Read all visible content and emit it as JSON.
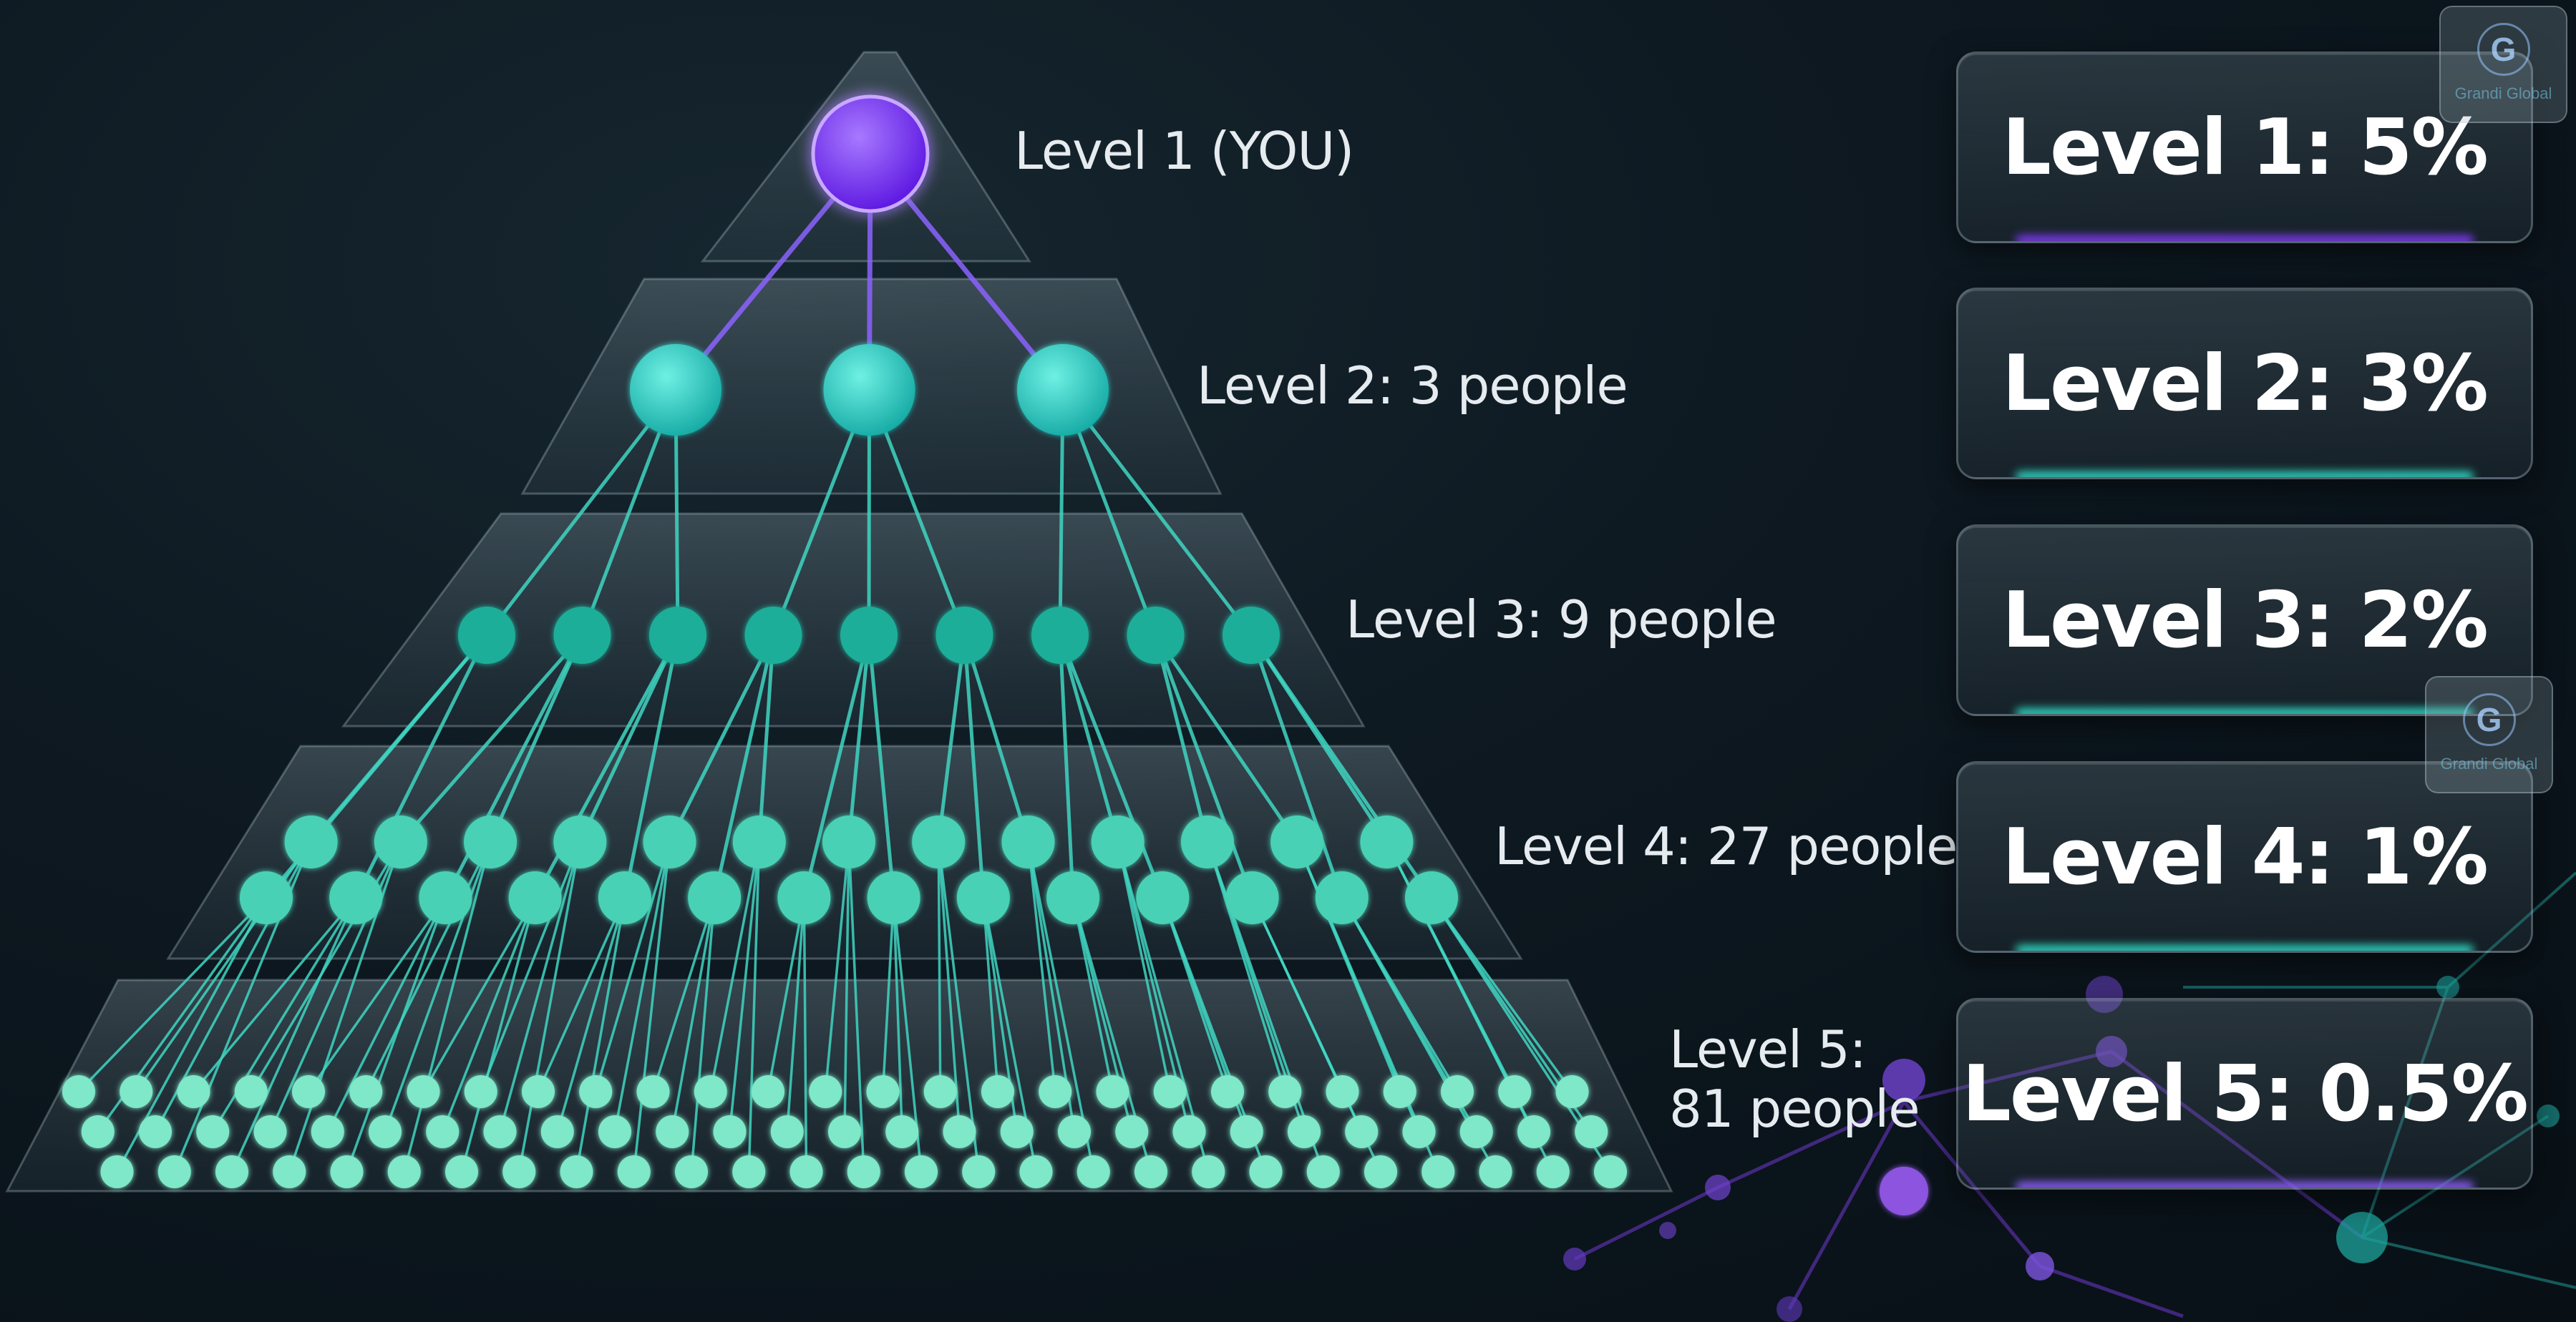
{
  "tiers": [
    {
      "label": "Level 1 (YOU)",
      "count": 1
    },
    {
      "label": "Level 2: 3 people",
      "count": 3
    },
    {
      "label": "Level 3: 9 people",
      "count": 9
    },
    {
      "label": "Level 4: 27 people",
      "count": 27
    },
    {
      "label_line1": "Level 5:",
      "label_line2": "81 people",
      "count": 81
    }
  ],
  "commission_cards": [
    {
      "text": "Level 1: 5%",
      "glow": "#7c3aed"
    },
    {
      "text": "Level 2: 3%",
      "glow": "#2dd4bf"
    },
    {
      "text": "Level 3: 2%",
      "glow": "#2dd4bf"
    },
    {
      "text": "Level 4: 1%",
      "glow": "#2dd4bf"
    },
    {
      "text": "Level 5: 0.5%",
      "glow": "#8b5cf6"
    }
  ],
  "watermark": {
    "letter": "G",
    "text": "Grandi Global"
  },
  "colors": {
    "top_node": "#7b2ff7",
    "level2_node": "#22c5c0",
    "level3_node": "#1fae99",
    "level4_node": "#48d1b5",
    "level5_node": "#7ee8c8",
    "link_purple": "#8b63ff",
    "link_teal": "#3fd6c2"
  }
}
